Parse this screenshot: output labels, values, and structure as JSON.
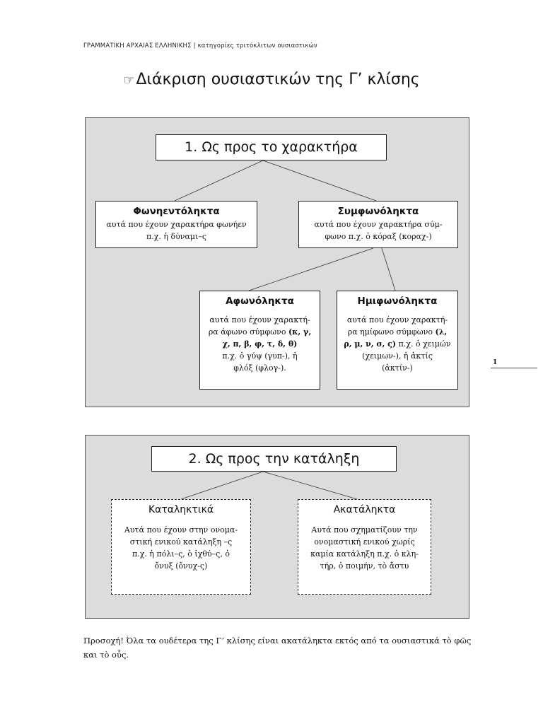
{
  "header": {
    "left": "ΓΡΑΜΜΑΤΙΚΗ ΑΡΧΑΙΑΣ ΕΛΛΗΝΙΚΗΣ",
    "separator": "|",
    "right": "κατηγορίες τριτόκλιτων ουσιαστικών"
  },
  "title": {
    "icon": "hand-pointing-right-icon",
    "glyph": "☞",
    "text": "Διάκριση ουσιαστικών της Γ’ κλίσης"
  },
  "page_number": "1",
  "section1": {
    "heading": "1. Ως προς το χαρακτήρα",
    "vowel": {
      "title": "Φωνηεντόληκτα",
      "line1": "αυτά που έχουν χαρακτήρα φωνήεν",
      "line2": "π.χ. ἡ δύναμι–ς"
    },
    "consonant": {
      "title": "Συμφωνόληκτα",
      "line1": "αυτά που έχουν χαρακτήρα σύμ-",
      "line2": "φωνο π.χ. ὁ κόραξ (κοραχ-)"
    },
    "mute": {
      "title": "Αφωνόληκτα",
      "line1": "αυτά που έχουν χαρακτή-",
      "line2a": "ρα άφωνο σύμφωνο ",
      "line2b": "(κ, γ,",
      "line3": "χ, π, β, φ, τ, δ, θ)",
      "line4": "π.χ. ὁ γύψ (γυπ-), ἡ",
      "line5": "φλόξ (φλογ-)."
    },
    "semivowel": {
      "title": "Ημιφωνόληκτα",
      "line1": "αυτά που έχουν χαρακτή-",
      "line2a": "ρα ημίφωνο σύμφωνο ",
      "line2b": "(λ,",
      "line3a": "ρ, μ, ν, σ, ς)",
      "line3b": " π.χ. ὁ χειμών",
      "line4": "(χειμων-), ἡ ἀκτίς",
      "line5": "(ἀκτίν-)"
    }
  },
  "section2": {
    "heading": "2. Ως προς την κατάληξη",
    "ending": {
      "title": "Καταληκτικά",
      "line1": "Αυτά που έχουν στην ονομα-",
      "line2": "στική ενικού κατάληξη –ς",
      "line3": "π.χ. ἡ πόλι–ς,  ὁ ἰχθύ–ς, ὁ",
      "line4": "ὄνυξ (ὄνυχ-ς)"
    },
    "noending": {
      "title": "Ακατάληκτα",
      "line1": "Αυτά που σχηματίζουν την",
      "line2": "ονομαστική ενικού χωρίς",
      "line3": "καμία κατάληξη π.χ. ὁ κλη-",
      "line4": "τήρ, ὁ ποιμήν, τὸ ἄστυ"
    }
  },
  "note": {
    "line1": "Προσοχή! Όλα τα ουδέτερα της Γ’ κλίσης είναι ακατάληκτα εκτός από τα ουσιαστικά τὸ φῶς",
    "line2": "και τὸ οὖς."
  },
  "colors": {
    "panel": "#dcdcdc",
    "box": "#ffffff",
    "border": "#222222"
  }
}
